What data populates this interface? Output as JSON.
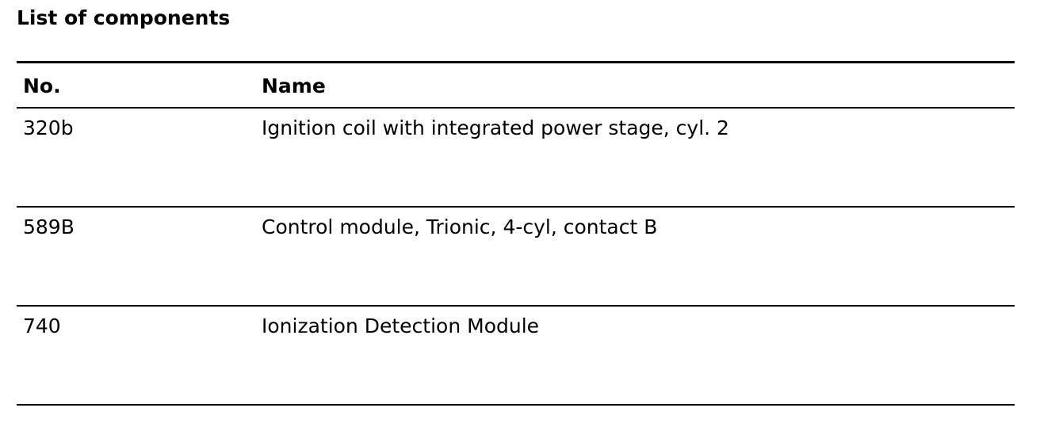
{
  "title": "List of components",
  "table": {
    "headers": {
      "no": "No.",
      "name": "Name"
    },
    "rows": [
      {
        "no": "320b",
        "name": "Ignition coil with integrated power stage, cyl. 2"
      },
      {
        "no": "589B",
        "name": "Control module, Trionic, 4-cyl, contact B"
      },
      {
        "no": "740",
        "name": "Ionization Detection Module"
      }
    ]
  }
}
